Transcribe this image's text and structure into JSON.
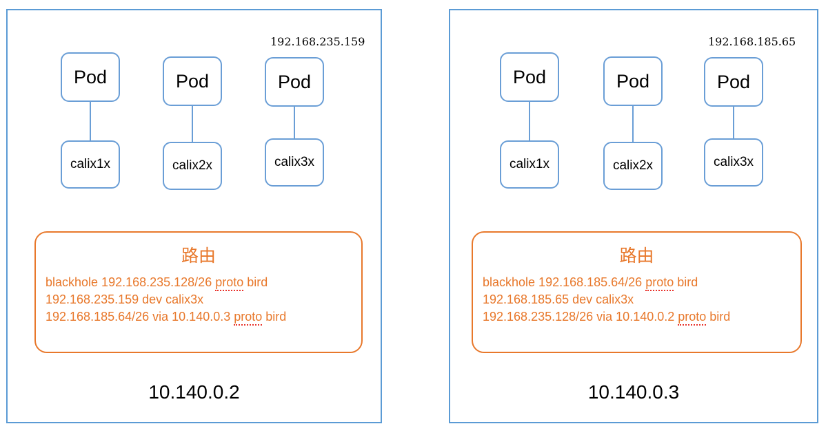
{
  "colors": {
    "panel_border": "#5b9bd5",
    "box_border": "#6a9ed6",
    "route_border": "#e8782b",
    "route_text": "#e8782b",
    "spellcheck_underline": "#e8312b",
    "text": "#000000",
    "background": "#ffffff"
  },
  "diagram": {
    "type": "network-topology",
    "route_title": "路由",
    "nodes": [
      {
        "id": "node-left",
        "node_ip": "10.140.0.2",
        "pod_ip_label": "192.168.235.159",
        "pods": [
          {
            "pod_label": "Pod",
            "iface_label": "calix1x"
          },
          {
            "pod_label": "Pod",
            "iface_label": "calix2x"
          },
          {
            "pod_label": "Pod",
            "iface_label": "calix3x"
          }
        ],
        "routes": [
          [
            {
              "text": "blackhole 192.168.235.128/26 ",
              "misspelled": false
            },
            {
              "text": "proto",
              "misspelled": true
            },
            {
              "text": " bird",
              "misspelled": false
            }
          ],
          [
            {
              "text": "192.168.235.159 dev calix3x",
              "misspelled": false
            }
          ],
          [
            {
              "text": "192.168.185.64/26 via 10.140.0.3 ",
              "misspelled": false
            },
            {
              "text": "proto",
              "misspelled": true
            },
            {
              "text": " bird",
              "misspelled": false
            }
          ]
        ]
      },
      {
        "id": "node-right",
        "node_ip": "10.140.0.3",
        "pod_ip_label": "192.168.185.65",
        "pods": [
          {
            "pod_label": "Pod",
            "iface_label": "calix1x"
          },
          {
            "pod_label": "Pod",
            "iface_label": "calix2x"
          },
          {
            "pod_label": "Pod",
            "iface_label": "calix3x"
          }
        ],
        "routes": [
          [
            {
              "text": "blackhole 192.168.185.64/26 ",
              "misspelled": false
            },
            {
              "text": "proto",
              "misspelled": true
            },
            {
              "text": " bird",
              "misspelled": false
            }
          ],
          [
            {
              "text": "192.168.185.65 dev calix3x",
              "misspelled": false
            }
          ],
          [
            {
              "text": "192.168.235.128/26 via 10.140.0.2 ",
              "misspelled": false
            },
            {
              "text": "proto",
              "misspelled": true
            },
            {
              "text": " bird",
              "misspelled": false
            }
          ]
        ]
      }
    ]
  }
}
